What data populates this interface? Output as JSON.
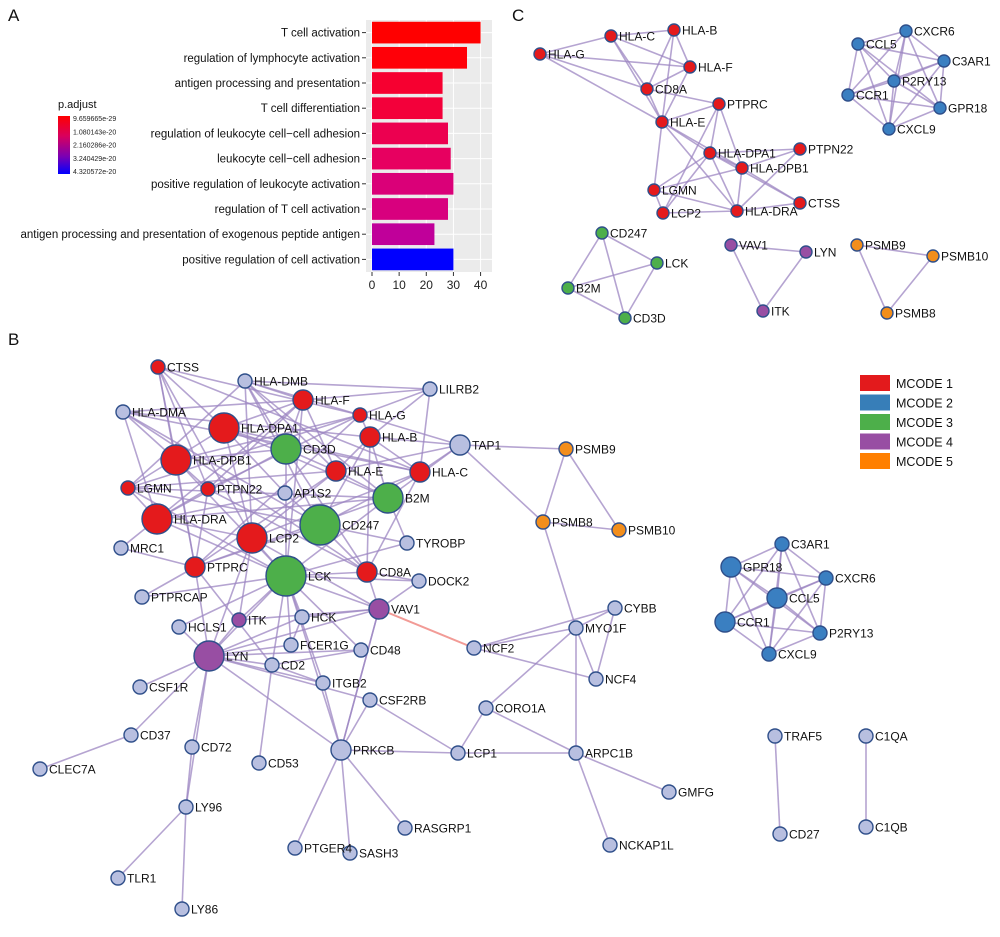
{
  "panels": {
    "a": "A",
    "b": "B",
    "c": "C"
  },
  "chart_data": [
    {
      "type": "bar",
      "orientation": "horizontal",
      "categories": [
        "T cell activation",
        "regulation of lymphocyte activation",
        "antigen processing and presentation",
        "T cell differentiation",
        "regulation of leukocyte cell−cell adhesion",
        "leukocyte cell−cell adhesion",
        "positive regulation of leukocyte activation",
        "regulation of T cell activation",
        "antigen processing and presentation of exogenous peptide antigen",
        "positive regulation of cell activation"
      ],
      "values": [
        40,
        35,
        26,
        26,
        28,
        29,
        30,
        28,
        23,
        30
      ],
      "colors": [
        "#ff0000",
        "#ff0008",
        "#f60030",
        "#f3003a",
        "#ec0050",
        "#e70060",
        "#da0078",
        "#d8007e",
        "#c0009a",
        "#0000ff"
      ],
      "xticks": [
        0,
        10,
        20,
        30,
        40
      ],
      "xlim": [
        0,
        42
      ],
      "grid": true,
      "legend": {
        "title": "p.adjust",
        "labels": [
          "9.659665e-29",
          "1.080143e-20",
          "2.160286e-20",
          "3.240429e-20",
          "4.320572e-20"
        ],
        "gradient_top": "#ff0000",
        "gradient_bottom": "#0000ff"
      }
    },
    {
      "type": "network",
      "nodes": [
        {
          "id": "CTSS",
          "c": 1,
          "s": "s"
        },
        {
          "id": "HLA-DMB",
          "c": 0,
          "s": "s"
        },
        {
          "id": "LILRB2",
          "c": 0,
          "s": "s"
        },
        {
          "id": "HLA-DMA",
          "c": 0,
          "s": "s"
        },
        {
          "id": "HLA-F",
          "c": 1,
          "s": "m"
        },
        {
          "id": "HLA-G",
          "c": 1,
          "s": "s"
        },
        {
          "id": "HLA-DPA1",
          "c": 1,
          "s": "l"
        },
        {
          "id": "HLA-B",
          "c": 1,
          "s": "m"
        },
        {
          "id": "TAP1",
          "c": 0,
          "s": "m"
        },
        {
          "id": "CD3D",
          "c": 3,
          "s": "l"
        },
        {
          "id": "HLA-DPB1",
          "c": 1,
          "s": "l"
        },
        {
          "id": "HLA-E",
          "c": 1,
          "s": "m"
        },
        {
          "id": "HLA-C",
          "c": 1,
          "s": "m"
        },
        {
          "id": "LGMN",
          "c": 1,
          "s": "s"
        },
        {
          "id": "PTPN22",
          "c": 1,
          "s": "s"
        },
        {
          "id": "AP1S2",
          "c": 0,
          "s": "s"
        },
        {
          "id": "B2M",
          "c": 3,
          "s": "l"
        },
        {
          "id": "HLA-DRA",
          "c": 1,
          "s": "l"
        },
        {
          "id": "CD247",
          "c": 3,
          "s": "xl"
        },
        {
          "id": "LCP2",
          "c": 1,
          "s": "l"
        },
        {
          "id": "TYROBP",
          "c": 0,
          "s": "s"
        },
        {
          "id": "MRC1",
          "c": 0,
          "s": "s"
        },
        {
          "id": "PTPRC",
          "c": 1,
          "s": "m"
        },
        {
          "id": "LCK",
          "c": 3,
          "s": "xl"
        },
        {
          "id": "CD8A",
          "c": 1,
          "s": "m"
        },
        {
          "id": "DOCK2",
          "c": 0,
          "s": "s"
        },
        {
          "id": "PTPRCAP",
          "c": 0,
          "s": "s"
        },
        {
          "id": "ITK",
          "c": 4,
          "s": "s"
        },
        {
          "id": "HCK",
          "c": 0,
          "s": "s"
        },
        {
          "id": "VAV1",
          "c": 4,
          "s": "m"
        },
        {
          "id": "HCLS1",
          "c": 0,
          "s": "s"
        },
        {
          "id": "FCER1G",
          "c": 0,
          "s": "s"
        },
        {
          "id": "LYN",
          "c": 4,
          "s": "l"
        },
        {
          "id": "CD2",
          "c": 0,
          "s": "s"
        },
        {
          "id": "CD48",
          "c": 0,
          "s": "s"
        },
        {
          "id": "NCF2",
          "c": 0,
          "s": "s"
        },
        {
          "id": "CSF1R",
          "c": 0,
          "s": "s"
        },
        {
          "id": "ITGB2",
          "c": 0,
          "s": "s"
        },
        {
          "id": "CSF2RB",
          "c": 0,
          "s": "s"
        },
        {
          "id": "CD37",
          "c": 0,
          "s": "s"
        },
        {
          "id": "CD72",
          "c": 0,
          "s": "s"
        },
        {
          "id": "PRKCB",
          "c": 0,
          "s": "m"
        },
        {
          "id": "LCP1",
          "c": 0,
          "s": "s"
        },
        {
          "id": "CLEC7A",
          "c": 0,
          "s": "s"
        },
        {
          "id": "CD53",
          "c": 0,
          "s": "s"
        },
        {
          "id": "LY96",
          "c": 0,
          "s": "s"
        },
        {
          "id": "RASGRP1",
          "c": 0,
          "s": "s"
        },
        {
          "id": "PTGER4",
          "c": 0,
          "s": "s"
        },
        {
          "id": "SASH3",
          "c": 0,
          "s": "s"
        },
        {
          "id": "TLR1",
          "c": 0,
          "s": "s"
        },
        {
          "id": "LY86",
          "c": 0,
          "s": "s"
        },
        {
          "id": "PSMB9",
          "c": 5,
          "s": "s"
        },
        {
          "id": "PSMB8",
          "c": 5,
          "s": "s"
        },
        {
          "id": "PSMB10",
          "c": 5,
          "s": "s"
        },
        {
          "id": "CYBB",
          "c": 0,
          "s": "s"
        },
        {
          "id": "MYO1F",
          "c": 0,
          "s": "s"
        },
        {
          "id": "NCF4",
          "c": 0,
          "s": "s"
        },
        {
          "id": "CORO1A",
          "c": 0,
          "s": "s"
        },
        {
          "id": "ARPC1B",
          "c": 0,
          "s": "s"
        },
        {
          "id": "GMFG",
          "c": 0,
          "s": "s"
        },
        {
          "id": "NCKAP1L",
          "c": 0,
          "s": "s"
        },
        {
          "id": "C3AR1",
          "c": 2,
          "s": "s"
        },
        {
          "id": "GPR18",
          "c": 2,
          "s": "m"
        },
        {
          "id": "CXCR6",
          "c": 2,
          "s": "s"
        },
        {
          "id": "CCL5",
          "c": 2,
          "s": "m"
        },
        {
          "id": "CCR1",
          "c": 2,
          "s": "m"
        },
        {
          "id": "P2RY13",
          "c": 2,
          "s": "s"
        },
        {
          "id": "CXCL9",
          "c": 2,
          "s": "s"
        },
        {
          "id": "TRAF5",
          "c": 0,
          "s": "s"
        },
        {
          "id": "C1QA",
          "c": 0,
          "s": "s"
        },
        {
          "id": "CD27",
          "c": 0,
          "s": "s"
        },
        {
          "id": "C1QB",
          "c": 0,
          "s": "s"
        }
      ],
      "red_edges": [
        [
          "VAV1",
          "NCF2"
        ]
      ],
      "legend": [
        {
          "label": "MCODE 1",
          "color": "#e31a1c"
        },
        {
          "label": "MCODE 2",
          "color": "#377eb8"
        },
        {
          "label": "MCODE 3",
          "color": "#4daf4a"
        },
        {
          "label": "MCODE 4",
          "color": "#984ea3"
        },
        {
          "label": "MCODE 5",
          "color": "#ff7f00"
        }
      ]
    },
    {
      "type": "network",
      "nodes": [
        {
          "id": "HLA-G",
          "c": 1
        },
        {
          "id": "HLA-C",
          "c": 1
        },
        {
          "id": "HLA-B",
          "c": 1
        },
        {
          "id": "HLA-F",
          "c": 1
        },
        {
          "id": "CD8A",
          "c": 1
        },
        {
          "id": "PTPRC",
          "c": 1
        },
        {
          "id": "HLA-E",
          "c": 1
        },
        {
          "id": "HLA-DPA1",
          "c": 1
        },
        {
          "id": "PTPN22",
          "c": 1
        },
        {
          "id": "HLA-DPB1",
          "c": 1
        },
        {
          "id": "LGMN",
          "c": 1
        },
        {
          "id": "CTSS",
          "c": 1
        },
        {
          "id": "LCP2",
          "c": 1
        },
        {
          "id": "HLA-DRA",
          "c": 1
        },
        {
          "id": "CCL5",
          "c": 2
        },
        {
          "id": "CXCR6",
          "c": 2
        },
        {
          "id": "C3AR1",
          "c": 2
        },
        {
          "id": "P2RY13",
          "c": 2
        },
        {
          "id": "CCR1",
          "c": 2
        },
        {
          "id": "GPR18",
          "c": 2
        },
        {
          "id": "CXCL9",
          "c": 2
        },
        {
          "id": "CD247",
          "c": 3
        },
        {
          "id": "LCK",
          "c": 3
        },
        {
          "id": "B2M",
          "c": 3
        },
        {
          "id": "CD3D",
          "c": 3
        },
        {
          "id": "VAV1",
          "c": 4
        },
        {
          "id": "LYN",
          "c": 4
        },
        {
          "id": "ITK",
          "c": 4
        },
        {
          "id": "PSMB9",
          "c": 5
        },
        {
          "id": "PSMB10",
          "c": 5
        },
        {
          "id": "PSMB8",
          "c": 5
        }
      ]
    }
  ]
}
